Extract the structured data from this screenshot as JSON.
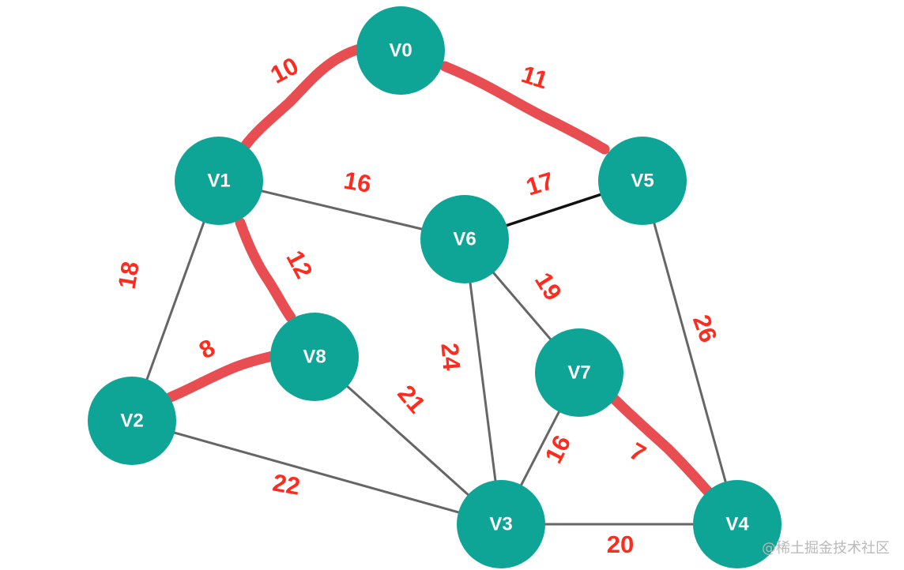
{
  "graph": {
    "colors": {
      "node_fill": "#0ea597",
      "node_text": "#ffffff",
      "edge": "#666666",
      "edge_dark": "#111111",
      "highlight": "#e84d52",
      "weight_text": "#ff2b1f"
    },
    "nodes": [
      {
        "id": "V0",
        "label": "V0"
      },
      {
        "id": "V1",
        "label": "V1"
      },
      {
        "id": "V2",
        "label": "V2"
      },
      {
        "id": "V3",
        "label": "V3"
      },
      {
        "id": "V4",
        "label": "V4"
      },
      {
        "id": "V5",
        "label": "V5"
      },
      {
        "id": "V6",
        "label": "V6"
      },
      {
        "id": "V7",
        "label": "V7"
      },
      {
        "id": "V8",
        "label": "V8"
      }
    ],
    "edges": [
      {
        "id": "V0-V1",
        "from": "V0",
        "to": "V1",
        "weight": "10",
        "highlighted": true
      },
      {
        "id": "V0-V5",
        "from": "V0",
        "to": "V5",
        "weight": "11",
        "highlighted": true
      },
      {
        "id": "V1-V6",
        "from": "V1",
        "to": "V6",
        "weight": "16",
        "highlighted": false
      },
      {
        "id": "V5-V6",
        "from": "V5",
        "to": "V6",
        "weight": "17",
        "highlighted": false,
        "dark": true
      },
      {
        "id": "V1-V8",
        "from": "V1",
        "to": "V8",
        "weight": "12",
        "highlighted": true
      },
      {
        "id": "V1-V2",
        "from": "V1",
        "to": "V2",
        "weight": "18",
        "highlighted": false
      },
      {
        "id": "V6-V7",
        "from": "V6",
        "to": "V7",
        "weight": "19",
        "highlighted": false
      },
      {
        "id": "V5-V4",
        "from": "V5",
        "to": "V4",
        "weight": "26",
        "highlighted": false
      },
      {
        "id": "V2-V8",
        "from": "V2",
        "to": "V8",
        "weight": "8",
        "highlighted": true
      },
      {
        "id": "V6-V3",
        "from": "V6",
        "to": "V3",
        "weight": "24",
        "highlighted": false
      },
      {
        "id": "V8-V3",
        "from": "V8",
        "to": "V3",
        "weight": "21",
        "highlighted": false
      },
      {
        "id": "V2-V3",
        "from": "V2",
        "to": "V3",
        "weight": "22",
        "highlighted": false
      },
      {
        "id": "V7-V3",
        "from": "V7",
        "to": "V3",
        "weight": "16",
        "highlighted": false
      },
      {
        "id": "V7-V4",
        "from": "V7",
        "to": "V4",
        "weight": "7",
        "highlighted": true
      },
      {
        "id": "V3-V4",
        "from": "V3",
        "to": "V4",
        "weight": "20",
        "highlighted": false
      }
    ]
  },
  "watermark": {
    "text": "@稀土掘金技术社区"
  }
}
